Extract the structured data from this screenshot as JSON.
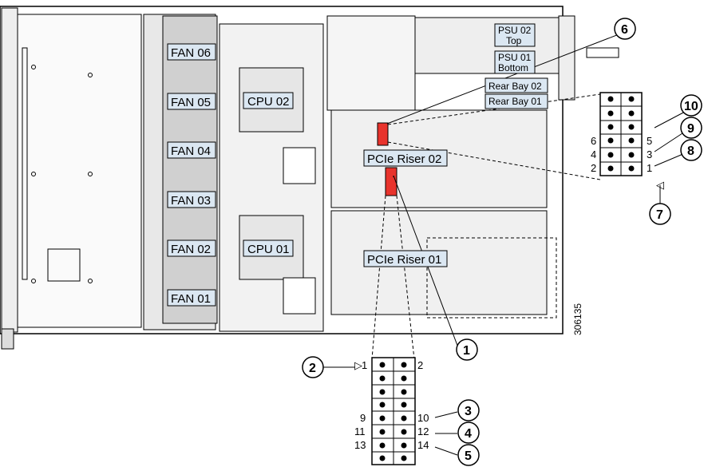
{
  "fans": [
    "FAN 06",
    "FAN 05",
    "FAN 04",
    "FAN 03",
    "FAN 02",
    "FAN 01"
  ],
  "cpus": {
    "cpu2": "CPU 02",
    "cpu1": "CPU 01"
  },
  "psu": {
    "psu2_line1": "PSU 02",
    "psu2_line2": "Top",
    "psu1_line1": "PSU 01",
    "psu1_line2": "Bottom"
  },
  "rear_bays": {
    "bay2": "Rear Bay 02",
    "bay1": "Rear Bay 01"
  },
  "risers": {
    "riser2": "PCIe Riser 02",
    "riser1": "PCIe Riser 01"
  },
  "callouts": [
    "1",
    "2",
    "3",
    "4",
    "5",
    "6",
    "7",
    "8",
    "9",
    "10"
  ],
  "bottom_header": {
    "left_labels": [
      "1",
      "9",
      "11",
      "13"
    ],
    "right_labels": [
      "2",
      "10",
      "12",
      "14"
    ],
    "callouts": [
      "2",
      "3",
      "4",
      "5"
    ],
    "marker": "▷"
  },
  "right_header": {
    "left_labels": [
      "6",
      "4",
      "2"
    ],
    "right_labels": [
      "5",
      "3",
      "1"
    ],
    "callouts": [
      "10",
      "9",
      "8",
      "7"
    ],
    "marker": "◁"
  },
  "figure_id": "306135"
}
